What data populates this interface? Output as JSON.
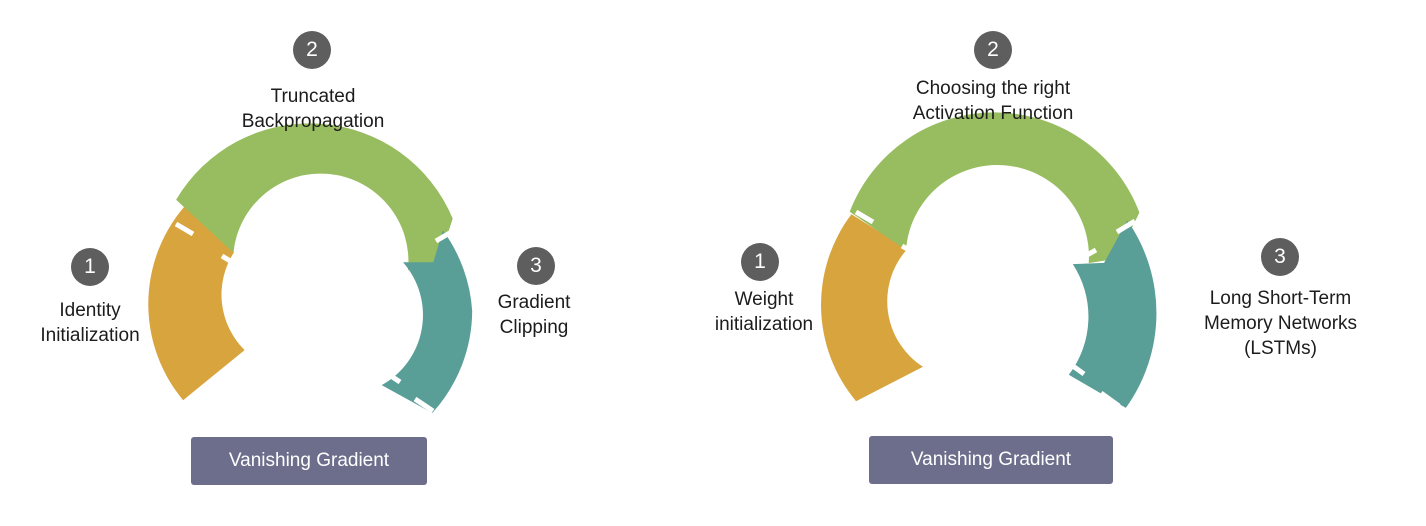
{
  "panels": [
    {
      "steps": [
        {
          "number": "1",
          "label": "Identity\nInitialization"
        },
        {
          "number": "2",
          "label": "Truncated\nBackpropagation"
        },
        {
          "number": "3",
          "label": "Gradient\nClipping"
        }
      ],
      "footer": "Vanishing Gradient"
    },
    {
      "steps": [
        {
          "number": "1",
          "label": "Weight\ninitialization"
        },
        {
          "number": "2",
          "label": "Choosing the right\nActivation Function"
        },
        {
          "number": "3",
          "label": "Long Short-Term\nMemory Networks\n(LSTMs)"
        }
      ],
      "footer": "Vanishing Gradient"
    }
  ],
  "colors": {
    "segment_1": "#d8a43e",
    "segment_2": "#98bd60",
    "segment_3": "#5a9e98",
    "badge": "#5e5e5e",
    "footer": "#6d6e8c"
  },
  "icons": [
    "number-badge"
  ]
}
